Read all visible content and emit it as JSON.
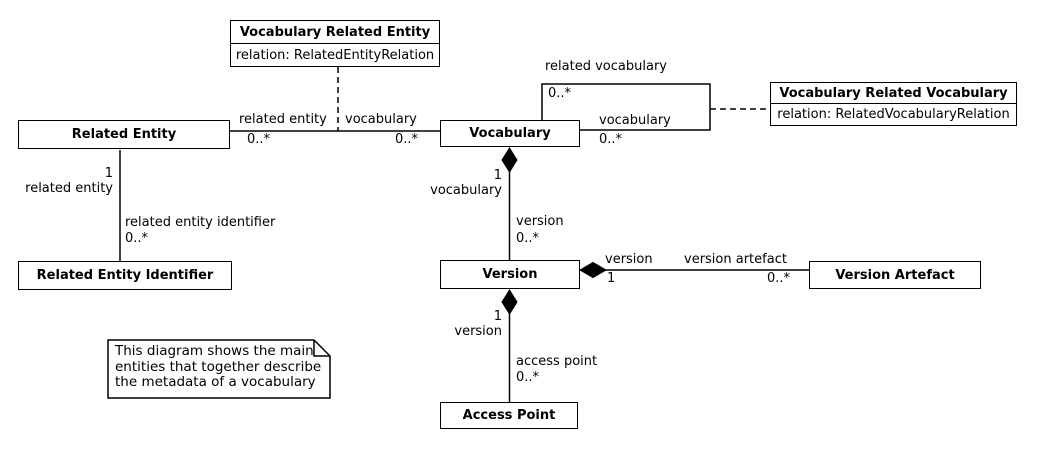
{
  "diagram": {
    "colors": {
      "line": "#000000",
      "background": "#ffffff",
      "box_fill": "#ffffff",
      "text": "#000000"
    },
    "entities": {
      "vocabulary_related_entity": {
        "name": "Vocabulary Related Entity",
        "attribute": "relation: RelatedEntityRelation"
      },
      "related_entity": {
        "name": "Related Entity"
      },
      "vocabulary": {
        "name": "Vocabulary"
      },
      "vocabulary_related_vocabulary": {
        "name": "Vocabulary Related Vocabulary",
        "attribute": "relation: RelatedVocabularyRelation"
      },
      "related_entity_identifier": {
        "name": "Related Entity Identifier"
      },
      "version": {
        "name": "Version"
      },
      "version_artefact": {
        "name": "Version Artefact"
      },
      "access_point": {
        "name": "Access Point"
      }
    },
    "associations": {
      "related_entity_vocabulary": {
        "role_left": "related entity",
        "mult_left": "0..*",
        "role_right": "vocabulary",
        "mult_right": "0..*"
      },
      "vocabulary_self": {
        "role_top": "related vocabulary",
        "mult_top": "0..*",
        "role_bottom": "vocabulary",
        "mult_bottom": "0..*"
      },
      "related_entity_to_identifier": {
        "mult_parent": "1",
        "role_parent": "related entity",
        "role_child": "related entity identifier",
        "mult_child": "0..*"
      },
      "vocabulary_to_version": {
        "mult_parent": "1",
        "role_parent": "vocabulary",
        "role_child": "version",
        "mult_child": "0..*"
      },
      "version_to_artefact": {
        "role_parent": "version",
        "mult_parent": "1",
        "role_child": "version artefact",
        "mult_child": "0..*"
      },
      "version_to_access_point": {
        "mult_parent": "1",
        "role_parent": "version",
        "role_child": "access point",
        "mult_child": "0..*"
      }
    },
    "note": {
      "lines": [
        "This diagram shows the main",
        "entities that together describe",
        "the metadata of a vocabulary"
      ]
    }
  }
}
